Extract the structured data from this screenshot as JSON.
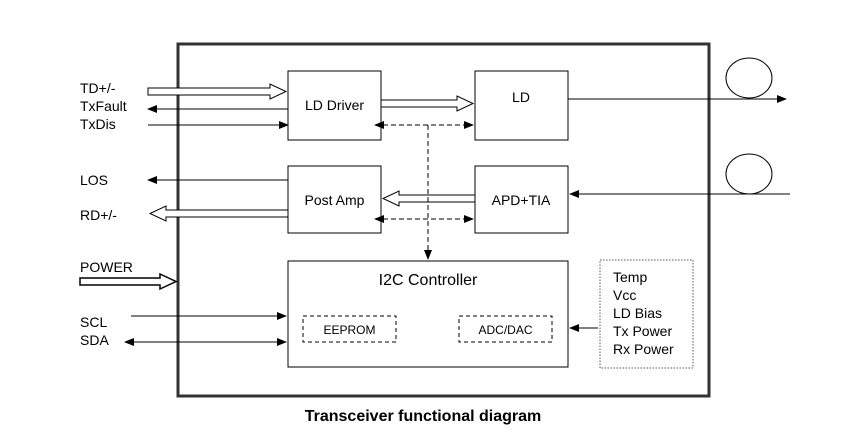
{
  "caption": "Transceiver functional diagram",
  "signals": {
    "td": "TD+/-",
    "txfault": "TxFault",
    "txdis": "TxDis",
    "los": "LOS",
    "rd": "RD+/-",
    "power": "POWER",
    "scl": "SCL",
    "sda": "SDA"
  },
  "blocks": {
    "ld_driver": "LD Driver",
    "ld": "LD",
    "post_amp": "Post Amp",
    "apd_tia": "APD+TIA",
    "i2c_controller": "I2C Controller",
    "eeprom": "EEPROM",
    "adc_dac": "ADC/DAC"
  },
  "monitors": [
    "Temp",
    "Vcc",
    "LD Bias",
    "Tx Power",
    "Rx Power"
  ]
}
